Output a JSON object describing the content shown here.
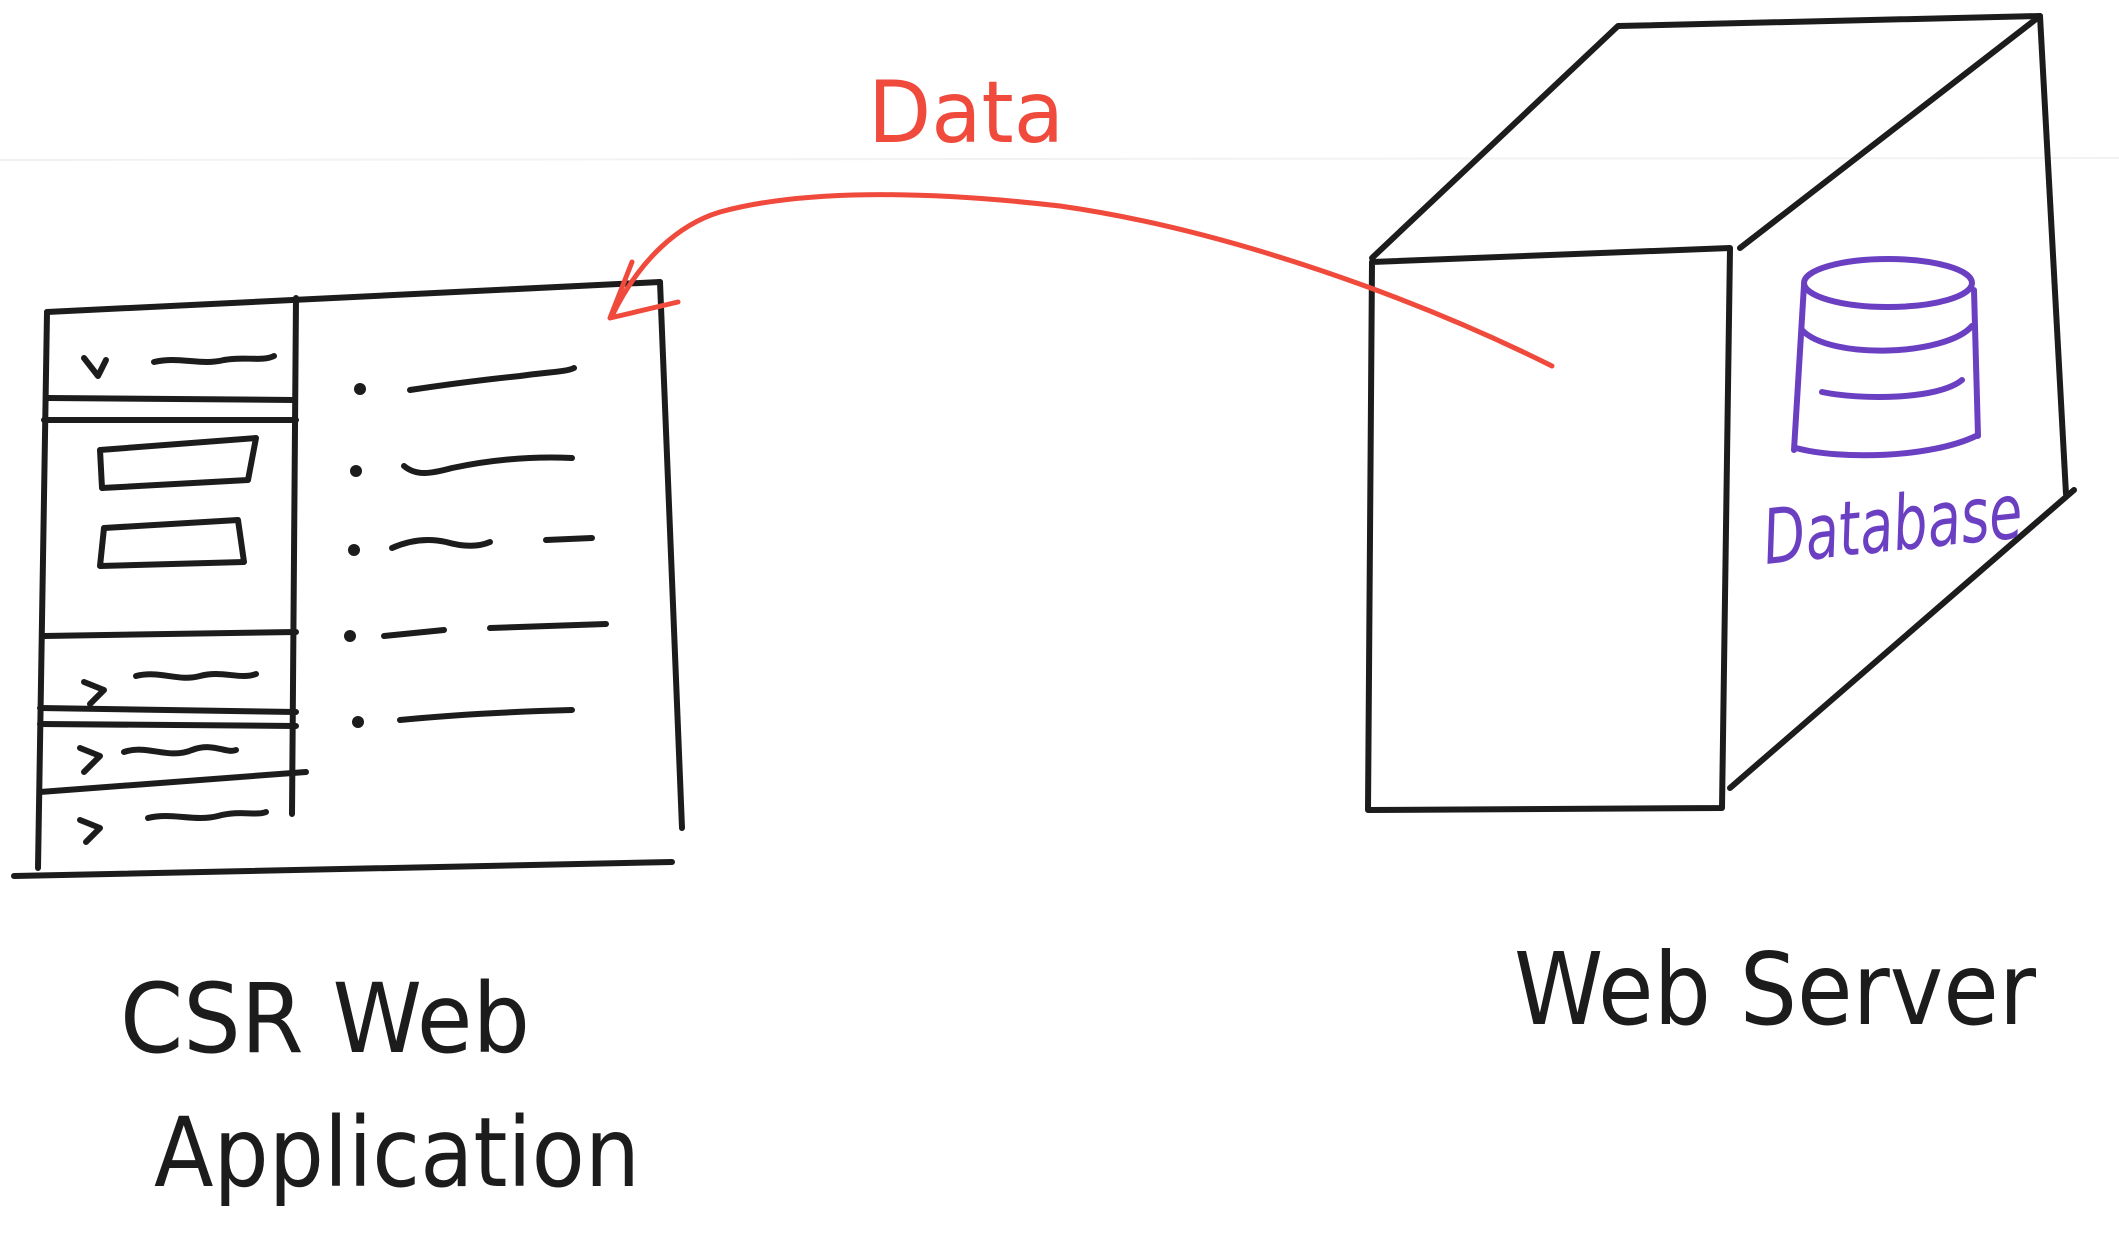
{
  "labels": {
    "data_arrow": "Data",
    "database": "Database",
    "client_line1": "CSR Web",
    "client_line2": "Application",
    "server": "Web Server"
  },
  "colors": {
    "ink": "#1c1c1c",
    "data_arrow": "#ef4a3c",
    "database": "#6a3fc2"
  }
}
